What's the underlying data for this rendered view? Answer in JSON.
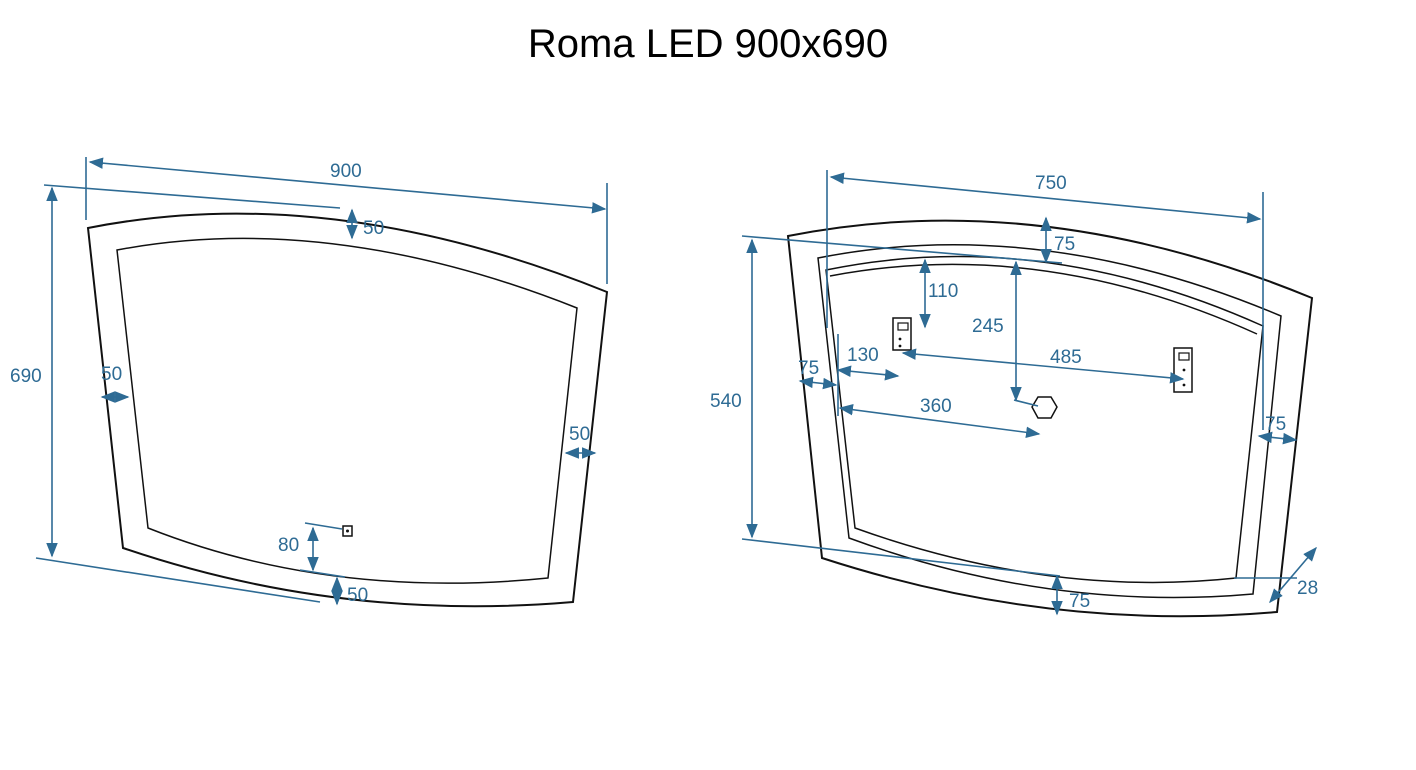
{
  "title": "Roma LED 900x690",
  "colors": {
    "dimension": "#2e6b94",
    "outline": "#111111",
    "background": "#ffffff"
  },
  "front_view": {
    "width_label": "900",
    "height_label": "690",
    "top_border_label": "50",
    "left_border_label": "50",
    "right_border_label": "50",
    "bottom_border_label": "50",
    "switch_offset_label": "80"
  },
  "back_view": {
    "width_label": "750",
    "height_label": "540",
    "top_border_label": "75",
    "bracket_top_label": "110",
    "hook_top_label": "245",
    "bracket_left_label": "130",
    "bracket_spacing_label": "485",
    "left_border_label": "75",
    "hook_left_label": "360",
    "right_border_label": "75",
    "bottom_border_label": "75",
    "depth_label": "28"
  }
}
